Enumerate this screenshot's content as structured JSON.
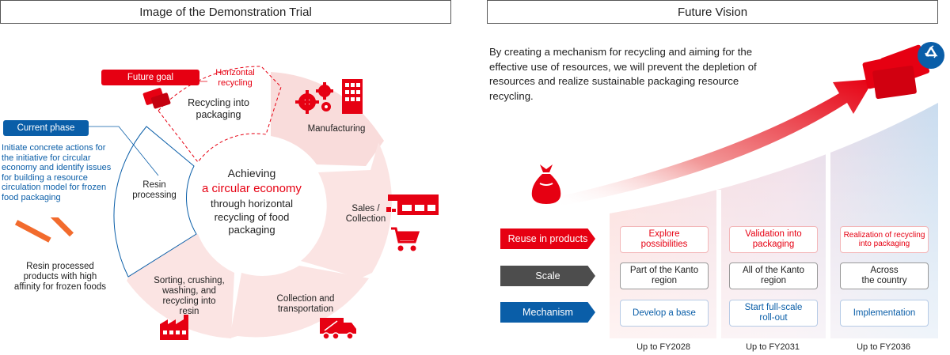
{
  "left": {
    "header": "Image of the Demonstration Trial",
    "future_goal": "Future goal",
    "horizontal_recycling": "Horizontal\nrecycling",
    "recycling_into_packaging": "Recycling into\npackaging",
    "current_phase": "Current phase",
    "current_phase_text": "Initiate concrete actions for the initiative for circular economy and identify issues for building a resource circulation model for frozen food packaging",
    "resin_processing": "Resin\nprocessing",
    "resin_products": "Resin processed\nproducts with high\naffinity for frozen foods",
    "manufacturing": "Manufacturing",
    "sales_collection": "Sales /\nCollection",
    "collection_transport": "Collection and\ntransportation",
    "sorting": "Sorting, crushing,\nwashing, and\nrecycling into\nresin",
    "center_line1": "Achieving",
    "center_line2": "a circular economy",
    "center_line3": "through horizontal\nrecycling of food\npackaging"
  },
  "right": {
    "header": "Future Vision",
    "description": "By creating a mechanism for recycling and aiming for the effective use of resources,  we will prevent the depletion of resources and realize sustainable packaging resource recycling.",
    "rows": [
      {
        "label": "Reuse in products",
        "color": "#e60012"
      },
      {
        "label": "Scale",
        "color": "#4d4d4d"
      },
      {
        "label": "Mechanism",
        "color": "#0a5ea8"
      }
    ],
    "columns": [
      {
        "period": "Up to FY2028",
        "reuse": "Explore\npossibilities",
        "scale": "Part of the Kanto\nregion",
        "mechanism": "Develop a base"
      },
      {
        "period": "Up to FY2031",
        "reuse": "Validation into\npackaging",
        "scale": "All of the Kanto\nregion",
        "mechanism": "Start full-scale\nroll-out"
      },
      {
        "period": "Up to FY2036",
        "reuse": "Realization of recycling\ninto packaging",
        "scale": "Across\nthe country",
        "mechanism": "Implementation"
      }
    ]
  },
  "colors": {
    "red": "#e60012",
    "blue": "#0a5ea8",
    "gray": "#4d4d4d",
    "pink": "#fbe3e2",
    "lightblue": "#dbe7f4"
  },
  "icons": [
    "packaging-icon",
    "gears-icon",
    "building-icon",
    "shop-icon",
    "cart-icon",
    "truck-icon",
    "factory-icon",
    "resin-sticks-icon",
    "waste-bag-icon",
    "recycle-icon",
    "arrow-icon"
  ]
}
